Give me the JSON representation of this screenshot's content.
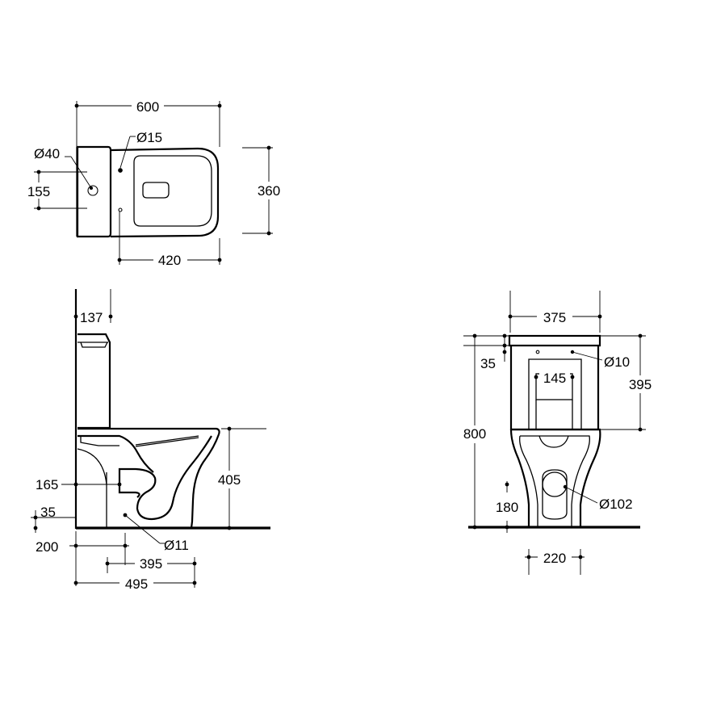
{
  "top_view": {
    "width_overall": "600",
    "depth_overall": "360",
    "outlet_to_seat": "420",
    "inlet_height": "155",
    "inlet_diameter": "Ø40",
    "hole_diameter": "Ø15"
  },
  "side_view": {
    "tank_offset": "137",
    "trap_height": "165",
    "base_offset": "35",
    "rim_height": "405",
    "fixing_diameter": "Ø11",
    "wall_to_outlet": "200",
    "outlet_to_fixing": "395",
    "total_depth": "495"
  },
  "front_view": {
    "tank_width": "375",
    "lid_thickness": "35",
    "tank_height": "395",
    "total_height": "800",
    "button_hole_diameter": "Ø10",
    "fixing_spacing": "145",
    "pipe_diameter": "Ø102",
    "pipe_height": "180",
    "base_width": "220"
  }
}
